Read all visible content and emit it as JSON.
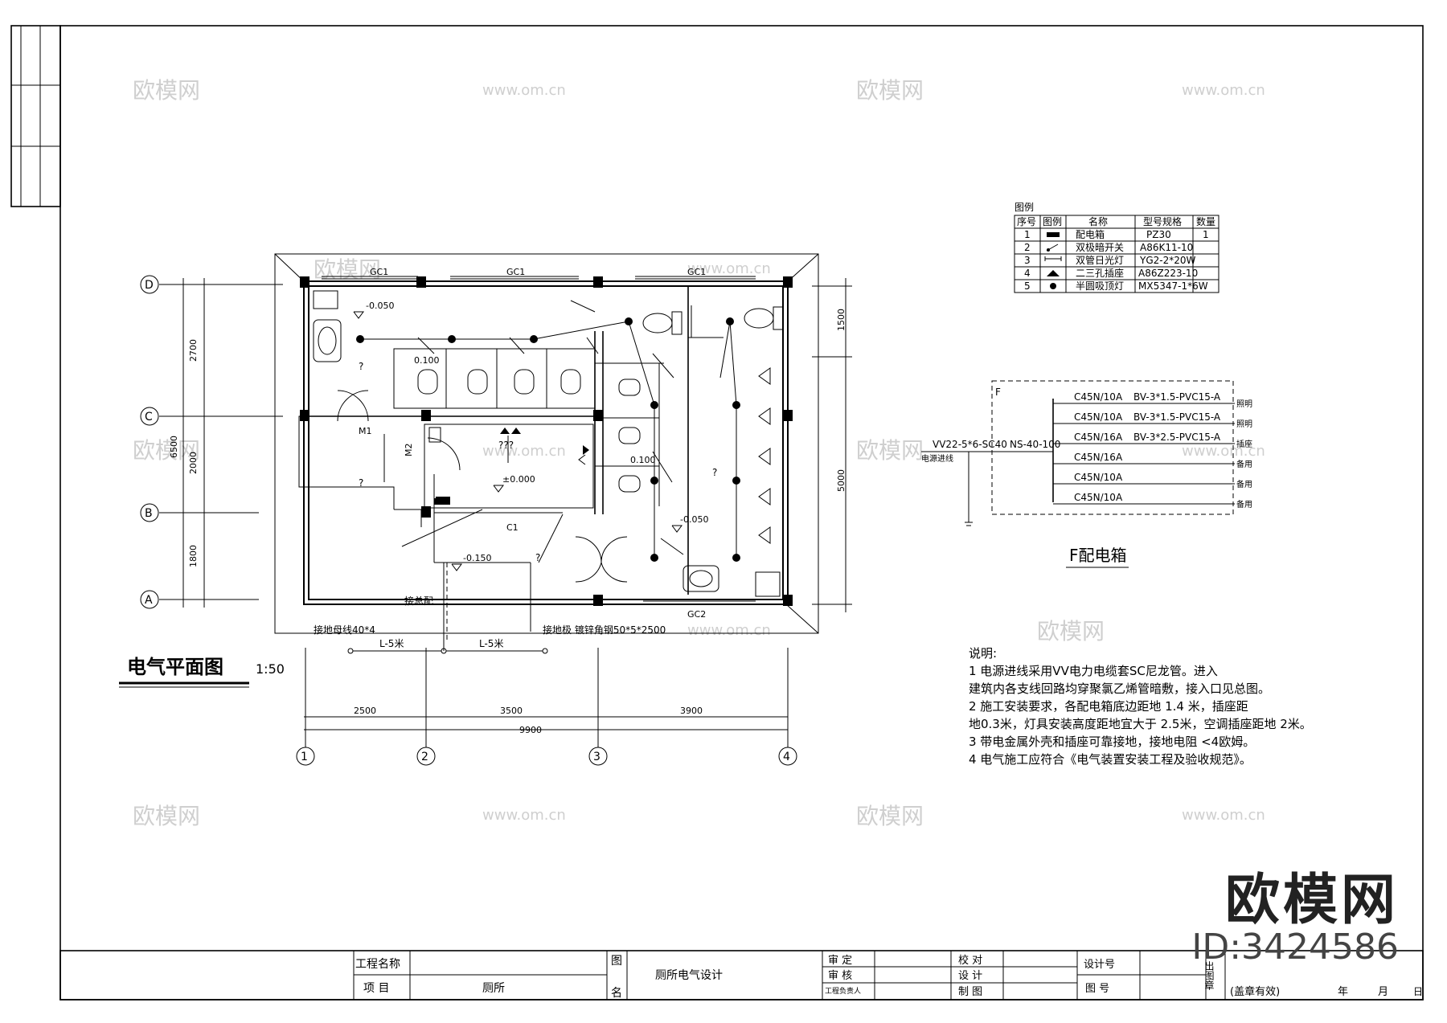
{
  "drawing": {
    "title": "电气平面图",
    "scale": "1:50",
    "axes_letters": [
      "D",
      "C",
      "B",
      "A"
    ],
    "axes_numbers": [
      "1",
      "2",
      "3",
      "4"
    ],
    "dims_vertical": [
      "2700",
      "2000",
      "1800",
      "6500"
    ],
    "dims_right": [
      "1500",
      "5000"
    ],
    "dims_bottom": [
      "2500",
      "3500",
      "3900",
      "9900"
    ],
    "windows": [
      "GC1",
      "GC1",
      "GC1",
      "GC2",
      "C1"
    ],
    "doors": [
      "M1",
      "M2"
    ],
    "levels": [
      "-0.050",
      "0.100",
      "±0.000",
      "-0.050",
      "-0.150",
      "0.100"
    ],
    "annotations": {
      "ground_bar": "接地母线40*4",
      "ground_pole": "接地极 镀锌角钢50*5*2500",
      "l5_left": "L-5米",
      "l5_right": "L-5米",
      "to_main": "接总配",
      "qmarks": "?",
      "triple_q": "???"
    }
  },
  "legend": {
    "title": "图例",
    "headers": [
      "序号",
      "图例",
      "名称",
      "型号规格",
      "数量"
    ],
    "rows": [
      [
        "1",
        "",
        "配电箱",
        "PZ30",
        "1"
      ],
      [
        "2",
        "",
        "双极暗开关",
        "A86K11-10",
        ""
      ],
      [
        "3",
        "",
        "双管日光灯",
        "YG2-2*20W",
        ""
      ],
      [
        "4",
        "",
        "二三孔插座",
        "A86Z223-10",
        ""
      ],
      [
        "5",
        "",
        "半圆吸顶灯",
        "MX5347-1*6W",
        ""
      ]
    ]
  },
  "panel": {
    "title": "F配电箱",
    "incoming": "VV22-5*6-SC40",
    "incoming_label": "电源进线",
    "main_breaker": "NS-40-100",
    "box_tag": "F",
    "circuits": [
      {
        "breaker": "C45N/10A",
        "cable": "BV-3*1.5-PVC15-A",
        "use": "照明"
      },
      {
        "breaker": "C45N/10A",
        "cable": "BV-3*1.5-PVC15-A",
        "use": "照明"
      },
      {
        "breaker": "C45N/16A",
        "cable": "BV-3*2.5-PVC15-A",
        "use": "插座"
      },
      {
        "breaker": "C45N/16A",
        "cable": "",
        "use": "备用"
      },
      {
        "breaker": "C45N/10A",
        "cable": "",
        "use": "备用"
      },
      {
        "breaker": "C45N/10A",
        "cable": "",
        "use": "备用"
      }
    ]
  },
  "notes": {
    "title": "说明:",
    "lines": [
      "1  电源进线采用VV电力电缆套SC尼龙管。进入",
      "   建筑内各支线回路均穿聚氯乙烯管暗敷，接入口见总图。",
      "2  施工安装要求，各配电箱底边距地 1.4 米，插座距",
      "   地0.3米，灯具安装高度距地宜大于 2.5米，空调插座距地 2米。",
      "3  带电金属外壳和插座可靠接地，接地电阻 <4欧姆。",
      "4  电气施工应符合《电气装置安装工程及验收规范》。"
    ]
  },
  "titleblock": {
    "project_name_label": "工程名称",
    "item_label": "项  目",
    "item_value": "厕所",
    "drawing_label_1": "图",
    "drawing_label_2": "名",
    "drawing_name": "厕所电气设计",
    "approve": "审 定",
    "review": "审 核",
    "lead": "工程负责人",
    "check": "校 对",
    "design": "设 计",
    "draw": "制 图",
    "design_no": "设计号",
    "drawing_no": "图  号",
    "out_label": "出图章",
    "seal_note": "(盖章有效)",
    "year": "年",
    "month": "月",
    "day": "日"
  },
  "watermark": {
    "text": "欧模网",
    "url": "www.om.cn",
    "logo": "欧模网",
    "id": "ID:3424586"
  }
}
